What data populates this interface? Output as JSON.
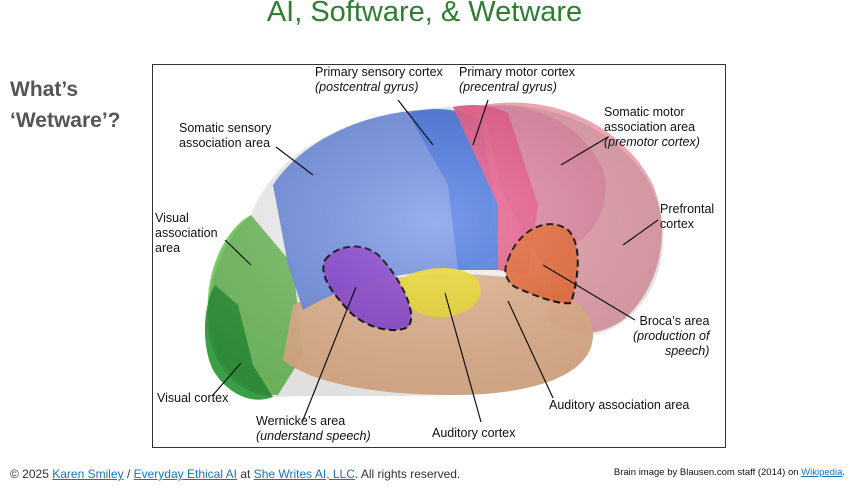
{
  "slide": {
    "title": "AI, Software, & Wetware",
    "side_heading_line1": "What’s",
    "side_heading_line2": "‘Wetware’?"
  },
  "diagram": {
    "labels": {
      "primary_sensory": "Primary sensory cortex",
      "primary_sensory_sub": "(postcentral gyrus)",
      "primary_motor": "Primary motor cortex",
      "primary_motor_sub": "(precentral gyrus)",
      "somatic_sensory_1": "Somatic sensory",
      "somatic_sensory_2": "association area",
      "somatic_motor_1": "Somatic motor",
      "somatic_motor_2": "association area",
      "somatic_motor_sub": "(premotor cortex)",
      "prefrontal_1": "Prefrontal",
      "prefrontal_2": "cortex",
      "visual_assoc_1": "Visual",
      "visual_assoc_2": "association",
      "visual_assoc_3": "area",
      "broca": "Broca’s area",
      "broca_sub1": "(production of",
      "broca_sub2": "speech)",
      "visual_cortex": "Visual cortex",
      "wernicke": "Wernicke’s area",
      "wernicke_sub": "(understand speech)",
      "auditory_assoc": "Auditory association area",
      "auditory_cortex": "Auditory cortex"
    },
    "colors": {
      "sensory": "#6f8fe8",
      "sensory_light": "#8fa6f0",
      "primary_sensory": "#4a78e6",
      "motor": "#ef5b8c",
      "motor_assoc": "#e88aa8",
      "prefrontal": "#eba0ad",
      "visual_assoc": "#72c45f",
      "visual_cortex": "#2f9a3a",
      "temporal": "#e9b48c",
      "auditory": "#f4e12e",
      "wernicke": "#8a3fd6",
      "broca": "#ef6a35"
    }
  },
  "footer": {
    "copyright_prefix": "© 2025",
    "author": "Karen Smiley",
    "separator": "/",
    "publication": "Everyday Ethical AI",
    "at": "at",
    "company": "She Writes AI, LLC",
    "rights": ". All rights reserved.",
    "credit_prefix": "Brain image by Blausen.com staff (2014) on",
    "credit_link": "Wikipedia",
    "credit_suffix": "."
  }
}
